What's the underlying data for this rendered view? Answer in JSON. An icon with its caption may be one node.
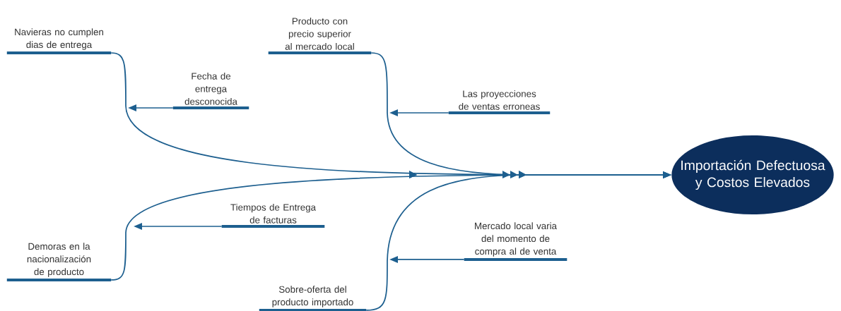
{
  "diagram": {
    "nodes": [
      {
        "text": [
          "Navieras no cumplen dias de entrega"
        ]
      },
      {
        "text": [
          "Producto con precio superior al mercado local"
        ]
      },
      {
        "text": [
          "Fecha de entrega desconocida"
        ]
      },
      {
        "text": [
          "Las proyecciones de ventas erroneas"
        ]
      },
      {
        "text": [
          "Importación Defectuosa y Costos Elevados"
        ]
      },
      {
        "text": [
          "Tiempos de Entrega de facturas"
        ]
      },
      {
        "text": [
          "Demoras en la nacionalización de producto"
        ]
      },
      {
        "text": [
          "Mercado local varia del momento de compra al de venta"
        ]
      },
      {
        "text": [
          "Sobre-oferta del producto importado"
        ]
      }
    ],
    "edges": [
      {
        "from": 0,
        "to": 4,
        "arrow": "to"
      },
      {
        "from": 6,
        "to": 4,
        "arrow": "to"
      },
      {
        "from": 1,
        "to": 4,
        "arrow": "to"
      },
      {
        "from": 8,
        "to": 4,
        "arrow": "to"
      },
      {
        "from": 2,
        "to": null,
        "arrow": "to"
      },
      {
        "from": 3,
        "to": null,
        "arrow": "to"
      },
      {
        "from": 5,
        "to": null,
        "arrow": "to"
      },
      {
        "from": 7,
        "to": null,
        "arrow": "to"
      }
    ]
  }
}
